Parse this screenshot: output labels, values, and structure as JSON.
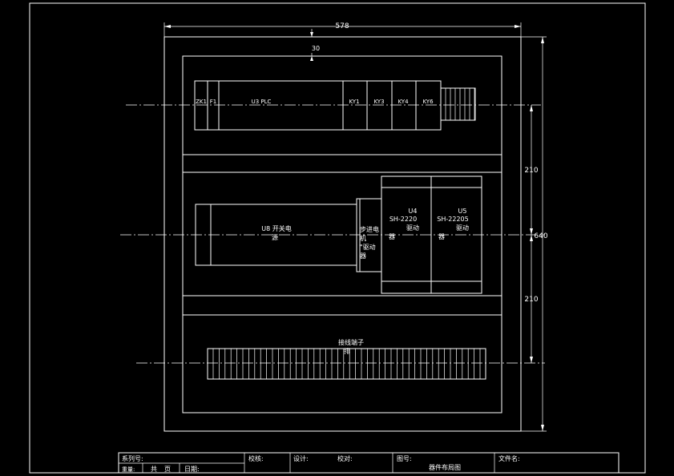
{
  "dims": {
    "width": "578",
    "margin": "30",
    "height": "640",
    "row_upper": "210",
    "row_lower": "210"
  },
  "top_row": {
    "zk1": "ZK1",
    "f1": "F1",
    "plc": "U3 PLC",
    "ky1": "KY1",
    "ky3": "KY3",
    "ky4": "KY4",
    "ky6": "KY6"
  },
  "middle_row": {
    "psu_line1": "U8  开关电",
    "psu_line2": "源",
    "stepper_line1": "步进电",
    "stepper_line2": "机",
    "stepper_line3": "\"驱动",
    "stepper_line4": "器",
    "u4_line1": "U4",
    "u4_line2": "SH-2220",
    "u4_line3": "驱动",
    "u4_line4": "器",
    "u5_line1": "U5",
    "u5_line2": "SH-22205",
    "u5_line3": "驱动",
    "u5_line4": "器"
  },
  "bottom_row": {
    "terminal_line1": "接线端子",
    "terminal_line2": "排"
  },
  "title_block": {
    "series_no": "系列号:",
    "weight": "重量:",
    "total": "共",
    "pages": "页",
    "date": "日期:",
    "review": "校核:",
    "design": "设计:",
    "proofread": "校对:",
    "drawing_no": "图号:",
    "drawing_name": "器件布局图",
    "file_name": "文件名:"
  }
}
